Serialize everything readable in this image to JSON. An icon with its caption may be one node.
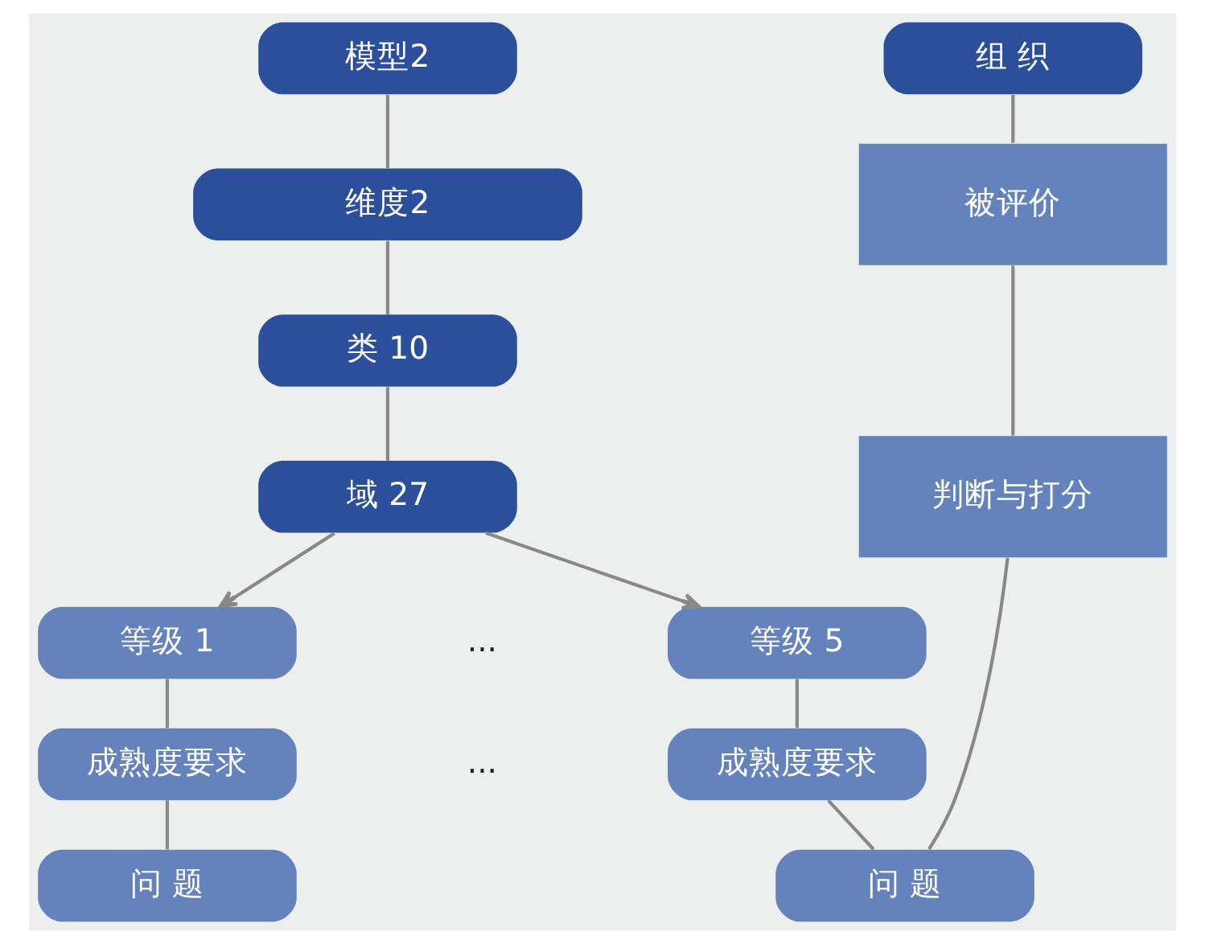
{
  "diagram": {
    "nodes": [
      {
        "text": [
          "模型2"
        ]
      },
      {
        "text": [
          "维度2"
        ]
      },
      {
        "text": [
          "类 10"
        ]
      },
      {
        "text": [
          "域 27"
        ]
      },
      {
        "text": [
          "等级 1"
        ]
      },
      {
        "text": [
          "等级 5"
        ]
      },
      {
        "text": [
          "成熟度要求"
        ]
      },
      {
        "text": [
          "成熟度要求"
        ]
      },
      {
        "text": [
          "问 题"
        ]
      },
      {
        "text": [
          "问 题"
        ]
      },
      {
        "text": [
          "组 织"
        ]
      },
      {
        "text": [
          "被评价"
        ]
      },
      {
        "text": [
          "判断与打分"
        ]
      }
    ],
    "edges": [
      {
        "from": 0,
        "to": 1,
        "arrow": "none"
      },
      {
        "from": 1,
        "to": 2,
        "arrow": "none"
      },
      {
        "from": 2,
        "to": 3,
        "arrow": "none"
      },
      {
        "from": 3,
        "to": 4,
        "arrow": "to"
      },
      {
        "from": 3,
        "to": 5,
        "arrow": "to"
      },
      {
        "from": 4,
        "to": 6,
        "arrow": "none"
      },
      {
        "from": 5,
        "to": 7,
        "arrow": "none"
      },
      {
        "from": 6,
        "to": 8,
        "arrow": "none"
      },
      {
        "from": 7,
        "to": 9,
        "arrow": "none"
      },
      {
        "from": 10,
        "to": 11,
        "arrow": "none"
      },
      {
        "from": 11,
        "to": 12,
        "arrow": "none"
      },
      {
        "from": 12,
        "to": 9,
        "arrow": "none"
      }
    ],
    "labels": [
      "...",
      "..."
    ]
  }
}
